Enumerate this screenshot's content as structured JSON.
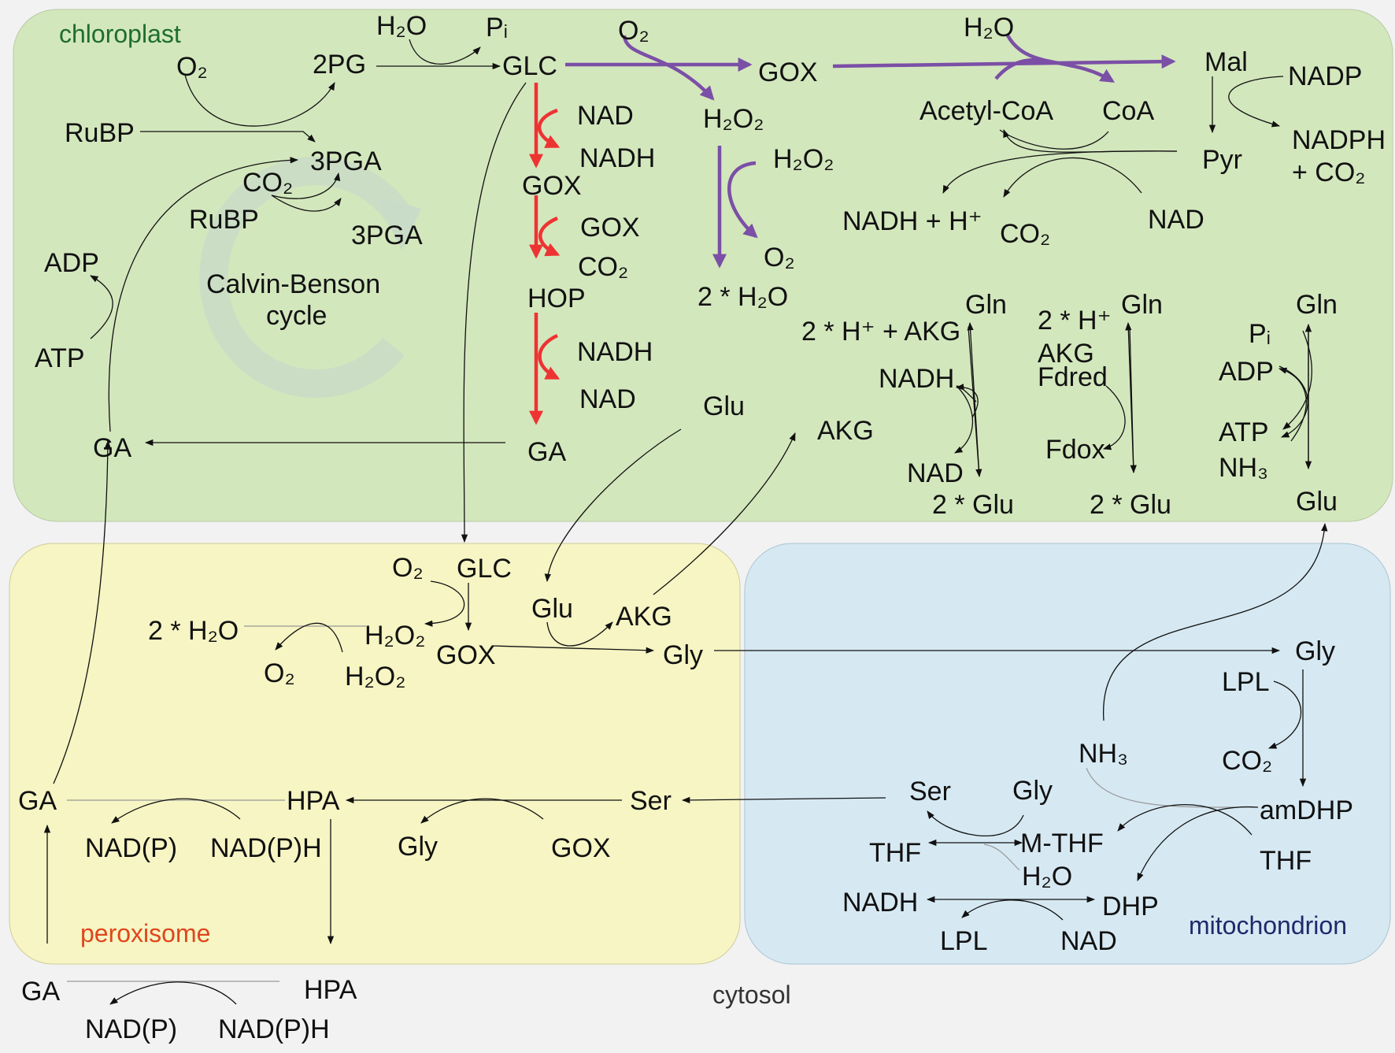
{
  "compartments": {
    "chloroplast": "chloroplast",
    "peroxisome": "peroxisome",
    "mitochondrion": "mitochondrion",
    "cytosol": "cytosol"
  },
  "colors": {
    "chloroplast_fill": "#d3e7bd",
    "peroxisome_fill": "#f6f5c3",
    "mitochondrion_fill": "#d6e9f3",
    "red_pathway": "#ee3333",
    "purple_pathway": "#7b4fa6"
  },
  "cycle": {
    "line1": "Calvin-Benson",
    "line2": "cycle"
  },
  "labels": {
    "h2o_top": "H₂O",
    "pi_top": "Pᵢ",
    "glc_cp": "GLC",
    "o2_top": "O₂",
    "gox_cp_top": "GOX",
    "h2o_top_right": "H₂O",
    "mal": "Mal",
    "nadp": "NADP",
    "o2_rubp": "O₂",
    "pg2": "2PG",
    "rubp1": "RuBP",
    "pga1": "3PGA",
    "co2_calvin": "CO₂",
    "rubp2": "RuBP",
    "pga2": "3PGA",
    "adp_cp": "ADP",
    "atp_cp": "ATP",
    "ga_cp_left": "GA",
    "nad_r1": "NAD",
    "nadh_r1": "NADH",
    "gox_r": "GOX",
    "gox_r2": "GOX",
    "co2_r": "CO₂",
    "hop": "HOP",
    "nadh_r2": "NADH",
    "nad_r2": "NAD",
    "ga_cp_mid": "GA",
    "h2o2_p1": "H₂O₂",
    "h2o2_p2": "H₂O₂",
    "o2_p": "O₂",
    "h2o_p": "2 * H₂O",
    "acetylcoa": "Acetyl-CoA",
    "coa": "CoA",
    "pyr": "Pyr",
    "nadph_co2_1": "NADPH",
    "nadph_co2_2": "+ CO₂",
    "nadh_h": "NADH + H⁺",
    "co2_pdh": "CO₂",
    "nad_pdh": "NAD",
    "glu_cp": "Glu",
    "akg_cp": "AKG",
    "gog1_h": "2 * H⁺ + AKG",
    "gog1_gln": "Gln",
    "gog1_nadh": "NADH",
    "gog1_nad": "NAD",
    "gog1_glu": "2 * Glu",
    "gog2_h": "2 * H⁺",
    "gog2_akg": "AKG",
    "gog2_fdred": "Fdred",
    "gog2_fdox": "Fdox",
    "gog2_gln": "Gln",
    "gog2_glu": "2 * Glu",
    "gs_pi": "Pᵢ",
    "gs_adp": "ADP",
    "gs_atp": "ATP",
    "gs_nh3": "NH₃",
    "gs_gln": "Gln",
    "gs_glu": "Glu",
    "o2_px": "O₂",
    "glc_px": "GLC",
    "glu_px": "Glu",
    "akg_px": "AKG",
    "h2o_px": "2 * H₂O",
    "h2o2_px1": "H₂O₂",
    "gox_px": "GOX",
    "gly_px": "Gly",
    "o2_px2": "O₂",
    "h2o2_px2": "H₂O₂",
    "ga_px": "GA",
    "hpa_px": "HPA",
    "ser_px": "Ser",
    "nadp_px": "NAD(P)",
    "nadph_px": "NAD(P)H",
    "gly_px2": "Gly",
    "gox_px2": "GOX",
    "gly_mt": "Gly",
    "lpl_mt": "LPL",
    "nh3_mt": "NH₃",
    "co2_mt": "CO₂",
    "amdhp": "amDHP",
    "ser_mt": "Ser",
    "gly_mt2": "Gly",
    "thf_mt1": "THF",
    "mthf": "M-THF",
    "h2o_mt": "H₂O",
    "thf_mt2": "THF",
    "nadh_mt": "NADH",
    "dhp": "DHP",
    "lpl_mt2": "LPL",
    "nad_mt": "NAD",
    "ga_cy": "GA",
    "hpa_cy": "HPA",
    "nadp_cy": "NAD(P)",
    "nadph_cy": "NAD(P)H"
  }
}
